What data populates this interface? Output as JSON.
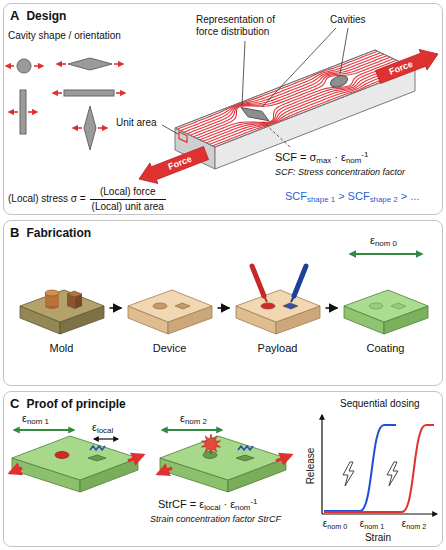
{
  "diagram": {
    "nodes": [
      {
        "text": [
          "A",
          "Design"
        ]
      },
      {
        "text": [
          "B",
          "Fabrication"
        ]
      },
      {
        "text": [
          "C",
          "Proof of principle"
        ]
      },
      {
        "text": [
          "Mold"
        ],
        "in": 1
      },
      {
        "text": [
          "Device"
        ],
        "in": 1
      },
      {
        "text": [
          "Payload"
        ],
        "in": 1
      },
      {
        "text": [
          "Coating"
        ],
        "in": 1
      }
    ],
    "edges": [
      {
        "from": 3,
        "to": 4,
        "arrow": "to"
      },
      {
        "from": 4,
        "to": 5,
        "arrow": "to"
      },
      {
        "from": 5,
        "to": 6,
        "arrow": "to"
      }
    ],
    "labels": [
      "Cavity shape / orientation",
      "Representation of force distribution",
      "Cavities",
      "Force",
      "Unit area",
      "Force",
      "SCF = σ",
      "max",
      "· ε",
      "nom",
      "-1",
      "SCF: Stress concentration factor",
      "(Local) stress σ =",
      "(Local) force",
      "(Local) unit area",
      "SCF",
      "shape 1",
      "> SCF",
      "shape 2",
      "> ...",
      "ε",
      "nom 0",
      "ε",
      "nom 1",
      "ε",
      "local",
      "ε",
      "nom 2",
      "StrCF = ε",
      "local",
      "· ε",
      "nom",
      "-1",
      "Strain concentration factor StrCF",
      "Sequential dosing",
      "Release",
      "ε",
      "nom 0",
      "ε",
      "nom 1",
      "ε",
      "nom 2",
      "Strain"
    ]
  }
}
